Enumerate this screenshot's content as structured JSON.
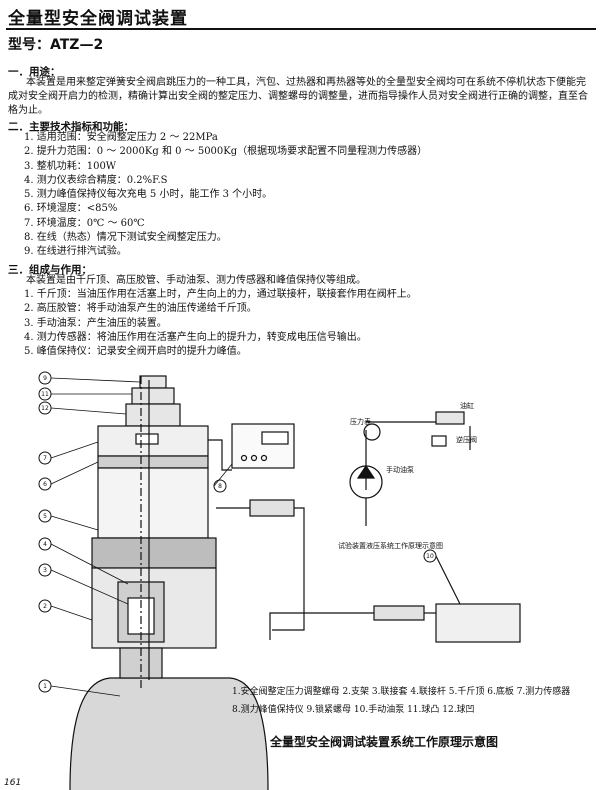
{
  "title": "全量型安全阀调试装置",
  "model": "型号：ATZ—2",
  "sections": {
    "purpose": {
      "heading": "一．用途：",
      "text": "本装置是用来整定弹簧安全阀启跳压力的一种工具，汽包、过热器和再热器等处的全量型安全阀均可在系统不停机状态下便能完成对安全阀开启力的检测，精确计算出安全阀的整定压力、调整螺母的调整量，进而指导操作人员对安全阀进行正确的调整，直至合格为止。"
    },
    "specs": {
      "heading": "二．主要技术指标和功能：",
      "items": [
        "1. 适用范围：安全阀整定压力 2 ～ 22MPa",
        "2. 提升力范围：0 ～ 2000Kg 和 0 ～ 5000Kg（根据现场要求配置不同量程测力传感器）",
        "3. 整机功耗：100W",
        "4. 测力仪表综合精度：0.2%F.S",
        "5. 测力峰值保持仪每次充电 5 小时，能工作 3 个小时。",
        "6. 环境湿度：<85%",
        "7. 环境温度：0℃ ～ 60℃",
        "8. 在线（热态）情况下测试安全阀整定压力。",
        "9. 在线进行排汽试验。"
      ]
    },
    "composition": {
      "heading": "三．组成与作用：",
      "intro": "本装置是由千斤顶、高压胶管、手动油泵、测力传感器和峰值保持仪等组成。",
      "items": [
        "1. 千斤顶：当油压作用在活塞上时，产生向上的力，通过联接杆，联接套作用在阀杆上。",
        "2. 高压胶管：将手动油泵产生的油压传递给千斤顶。",
        "3. 手动油泵：产生油压的装置。",
        "4. 测力传感器：将油压作用在活塞产生向上的提升力，转变成电压信号输出。",
        "5. 峰值保持仪：记录安全阀开启时的提升力峰值。"
      ]
    }
  },
  "diagram": {
    "callouts": [
      "9",
      "11",
      "12",
      "7",
      "6",
      "8",
      "5",
      "4",
      "3",
      "2",
      "1",
      "10"
    ],
    "hydraulic_labels": {
      "pressure_gauge": "压力表",
      "oil_tank": "油缸",
      "check_valve": "逆压阀",
      "hand_pump": "手动油泵",
      "sub_caption": "试验装置液压系统工作原理示意图"
    },
    "legend_row1": "1.安全阀整定压力调整螺母   2.支架   3.联接套   4.联接杆   5.千斤顶   6.底板   7.测力传感器",
    "legend_row2": "8.测力峰值保持仪   9.锁紧螺母   10.手动油泵   11.球凸   12.球凹",
    "caption": "全量型安全阀调试装置系统工作原理示意图",
    "page_number": "161"
  }
}
